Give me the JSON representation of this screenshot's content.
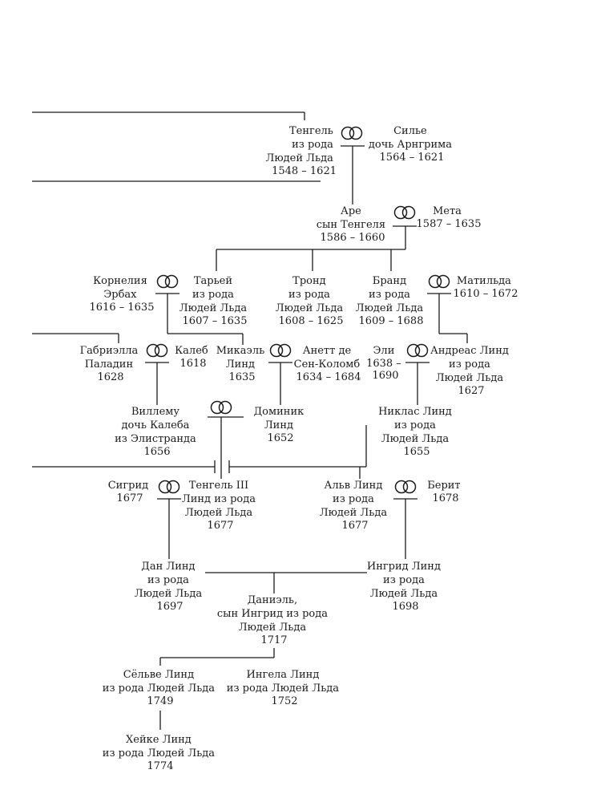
{
  "people": {
    "tengel": {
      "lines": [
        "Тенгель",
        "из рода",
        "Людей Льда"
      ],
      "date": "1548 – 1621"
    },
    "silje": {
      "lines": [
        "Силье",
        "дочь Арнгрима"
      ],
      "date": "1564 – 1621"
    },
    "are": {
      "lines": [
        "Аре",
        "сын Тенгеля"
      ],
      "date": "1586 – 1660"
    },
    "meta": {
      "lines": [
        "Мета"
      ],
      "date": "1587 – 1635"
    },
    "kornelia": {
      "lines": [
        "Корнелия",
        "Эрбах"
      ],
      "date": "1616 – 1635"
    },
    "taryei": {
      "lines": [
        "Тарьей",
        "из рода",
        "Людей Льда"
      ],
      "date": "1607 – 1635"
    },
    "trond": {
      "lines": [
        "Тронд",
        "из рода",
        "Людей Льда"
      ],
      "date": "1608 – 1625"
    },
    "brand": {
      "lines": [
        "Бранд",
        "из рода",
        "Людей Льда"
      ],
      "date": "1609 – 1688"
    },
    "matilda": {
      "lines": [
        "Матильда"
      ],
      "date": "1610 – 1672"
    },
    "gabriella": {
      "lines": [
        "Габриэлла",
        "Паладин"
      ],
      "date": "1628"
    },
    "kaleb": {
      "lines": [
        "Калеб"
      ],
      "date": "1618"
    },
    "mikael": {
      "lines": [
        "Микаэль",
        "Линд"
      ],
      "date": "1635"
    },
    "anette": {
      "lines": [
        "Анетт де",
        "Сен-Коломб"
      ],
      "date": "1634 – 1684"
    },
    "eli": {
      "lines": [
        "Эли"
      ],
      "date_lines": [
        "1638 –",
        "1690"
      ]
    },
    "andreas": {
      "lines": [
        "Андреас Линд",
        "из рода",
        "Людей Льда"
      ],
      "date": "1627"
    },
    "villemu": {
      "lines": [
        "Виллему",
        "дочь Калеба",
        "из Элистранда"
      ],
      "date": "1656"
    },
    "dominik": {
      "lines": [
        "Доминик",
        "Линд"
      ],
      "date": "1652"
    },
    "niklas": {
      "lines": [
        "Никлас Линд",
        "из рода",
        "Людей Льда"
      ],
      "date": "1655"
    },
    "sigrid": {
      "lines": [
        "Сигрид"
      ],
      "date": "1677"
    },
    "tengel3": {
      "lines": [
        "Тенгель III",
        "Линд из рода",
        "Людей Льда"
      ],
      "date": "1677"
    },
    "alv": {
      "lines": [
        "Альв Линд",
        "из рода",
        "Людей Льда"
      ],
      "date": "1677"
    },
    "berit": {
      "lines": [
        "Берит"
      ],
      "date": "1678"
    },
    "dan": {
      "lines": [
        "Дан Линд",
        "из рода",
        "Людей Льда"
      ],
      "date": "1697"
    },
    "ingrid": {
      "lines": [
        "Ингрид Линд",
        "из рода",
        "Людей Льда"
      ],
      "date": "1698"
    },
    "daniel": {
      "lines": [
        "Даниэль,",
        "сын Ингрид из рода",
        "Людей Льда"
      ],
      "date": "1717"
    },
    "selve": {
      "lines": [
        "Сёльве Линд",
        "из рода Людей Льда"
      ],
      "date": "1749"
    },
    "ingela": {
      "lines": [
        "Ингела Линд",
        "из рода Людей Льда"
      ],
      "date": "1752"
    },
    "heike": {
      "lines": [
        "Хейке Линд",
        "из рода Людей Льда"
      ],
      "date": "1774"
    }
  },
  "marriage_icon": "wedding-rings-icon"
}
